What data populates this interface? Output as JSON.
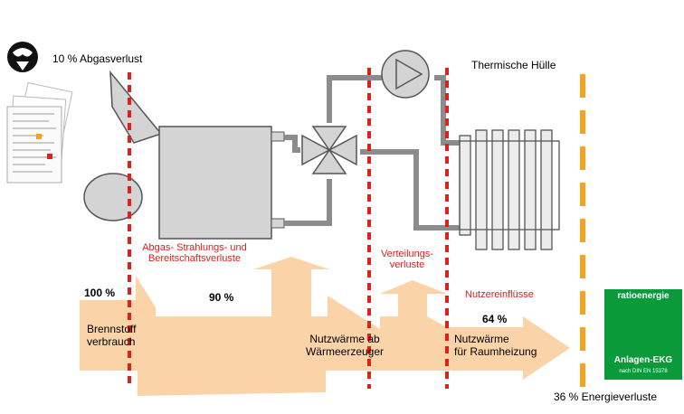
{
  "labels": {
    "abgasverlust": "10 % Abgasverlust",
    "thermische_huelle": "Thermische Hülle",
    "abgas_strahlungs": "Abgas- Strahlungs- und\nBereitschaftsverluste",
    "verteilungsverluste": "Verteilungs-\nverluste",
    "nutzereinfluesse": "Nutzereinflüsse",
    "pct_100": "100 %",
    "pct_90": "90 %",
    "pct_64": "64 %",
    "brennstoffverbrauch": "Brennstoff\nverbrauch",
    "nutzwaerme_erzeuger": "Nutzwärme ab\nWärmeerzeuger",
    "nutzwaerme_raumheizung": "Nutzwärme\nfür Raumheizung",
    "energieverluste": "36 % Energieverluste"
  },
  "badge": {
    "top_text": "ratioenergie",
    "main_text": "Anlagen-EKG",
    "sub_text": "nach DIN EN 15378"
  },
  "colors": {
    "flow": "#fbd3a8",
    "loss_line_red": "#e0201a",
    "loss_line_orange": "#f7a21b",
    "equipment": "#d4d4d4",
    "pipe": "#8c8c8c",
    "badge_green": "#0a9a3a",
    "badge_yellow": "#f5e50a"
  }
}
